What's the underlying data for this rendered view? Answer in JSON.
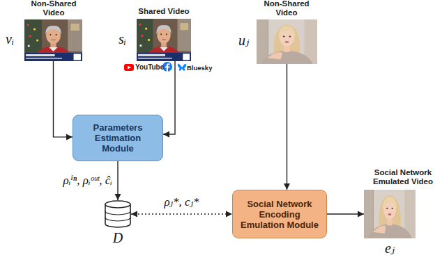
{
  "diagram": {
    "nodes": [
      {
        "text": [
          "Non-Shared Video",
          "vᵢ"
        ]
      },
      {
        "text": [
          "Shared Video",
          "sᵢ"
        ]
      },
      {
        "text": [
          "Non-Shared Video",
          "uⱼ"
        ]
      },
      {
        "text": [
          "Parameters Estimation Module"
        ]
      },
      {
        "text": [
          "D"
        ]
      },
      {
        "text": [
          "Social Network Encoding Emulation Module"
        ]
      },
      {
        "text": [
          "Social Network Emulated Video",
          "eⱼ"
        ]
      }
    ],
    "edges": [
      {
        "from": 0,
        "to": 3,
        "arrow": "to"
      },
      {
        "from": 1,
        "to": 3,
        "arrow": "to"
      },
      {
        "from": 3,
        "to": 4,
        "arrow": "to",
        "label": "ρᵢⁱⁿ, ρᵢᵒᵘᵗ, ĉᵢ"
      },
      {
        "from": 4,
        "to": 5,
        "arrow": "both",
        "label": "ρⱼ*, cⱼ*"
      },
      {
        "from": 2,
        "to": 5,
        "arrow": "to"
      },
      {
        "from": 5,
        "to": 6,
        "arrow": "to"
      }
    ],
    "labels": [
      "YouTube",
      "Bluesky"
    ]
  }
}
